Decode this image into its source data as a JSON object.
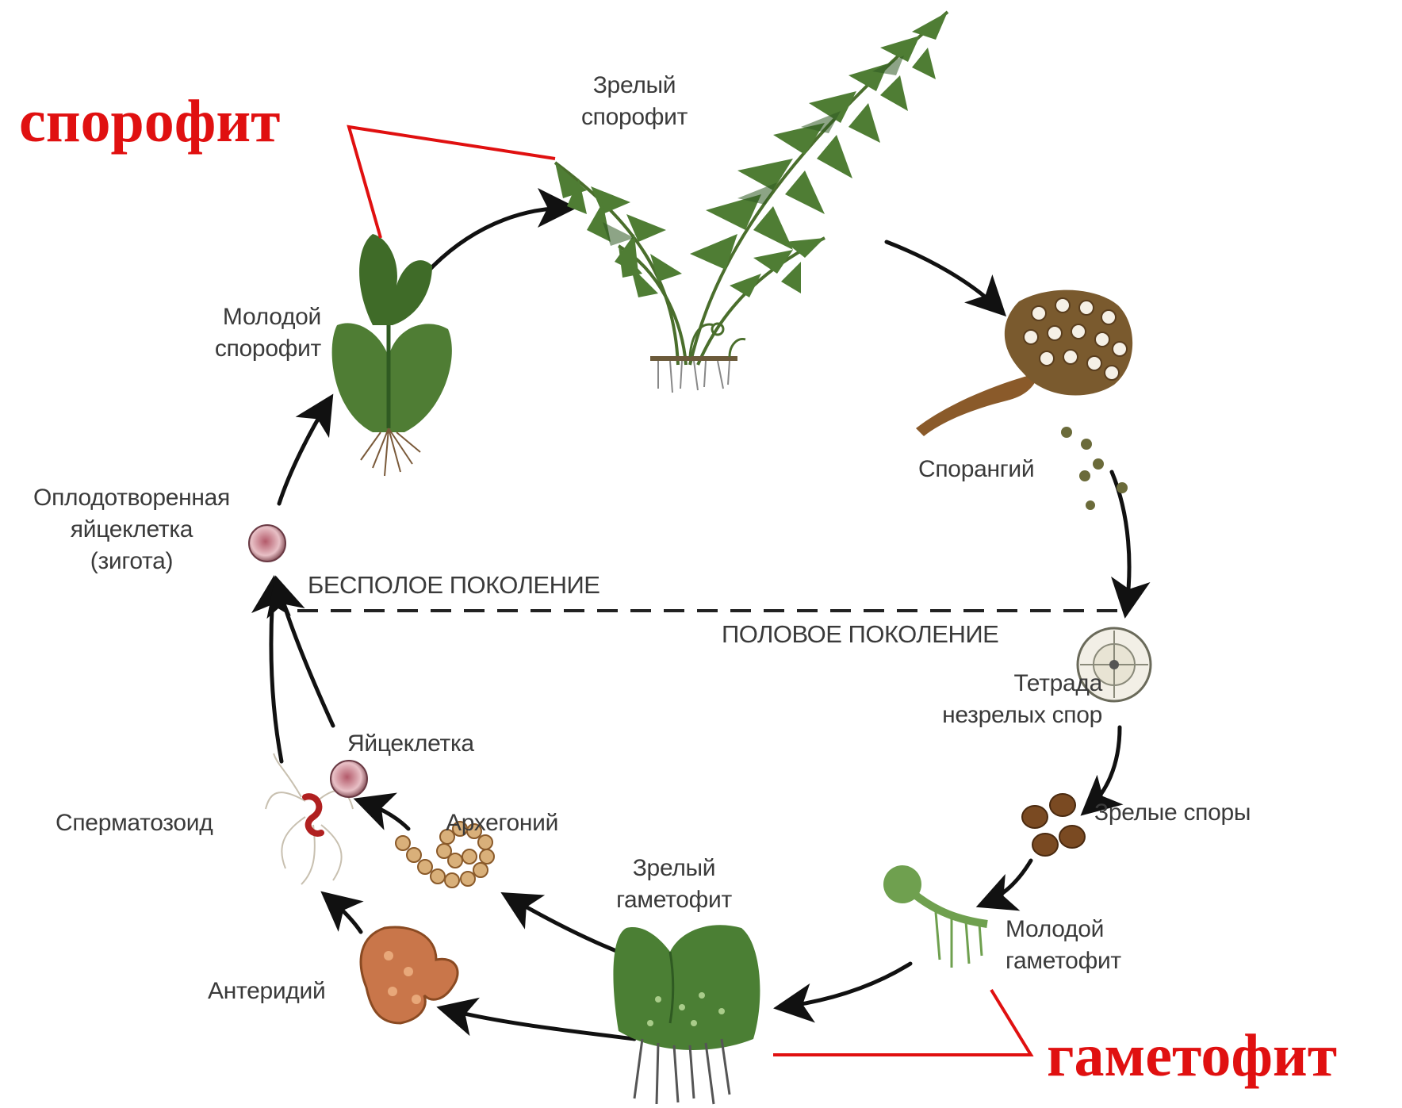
{
  "overlay": {
    "sporophyte_label": "спорофит",
    "gametophyte_label": "гаметофит",
    "accent_color": "#e01010"
  },
  "generations": {
    "asexual": "БЕСПОЛОЕ ПОКОЛЕНИЕ",
    "sexual": "ПОЛОВОЕ ПОКОЛЕНИЕ"
  },
  "stages": {
    "mature_sporophyte": [
      "Зрелый",
      "спорофит"
    ],
    "young_sporophyte": [
      "Молодой",
      "спорофит"
    ],
    "sporangium": "Спорангий",
    "zygote": [
      "Оплодотворенная",
      "яйцеклетка",
      "(зигота)"
    ],
    "tetrad": [
      "Тетрада",
      "незрелых спор"
    ],
    "mature_spores": "Зрелые споры",
    "egg": "Яйцеклетка",
    "spermatozoid": "Сперматозоид",
    "archegonium": "Архегоний",
    "mature_gametophyte": [
      "Зрелый",
      "гаметофит"
    ],
    "young_gametophyte": [
      "Молодой",
      "гаметофит"
    ],
    "antheridium": "Антеридий"
  }
}
